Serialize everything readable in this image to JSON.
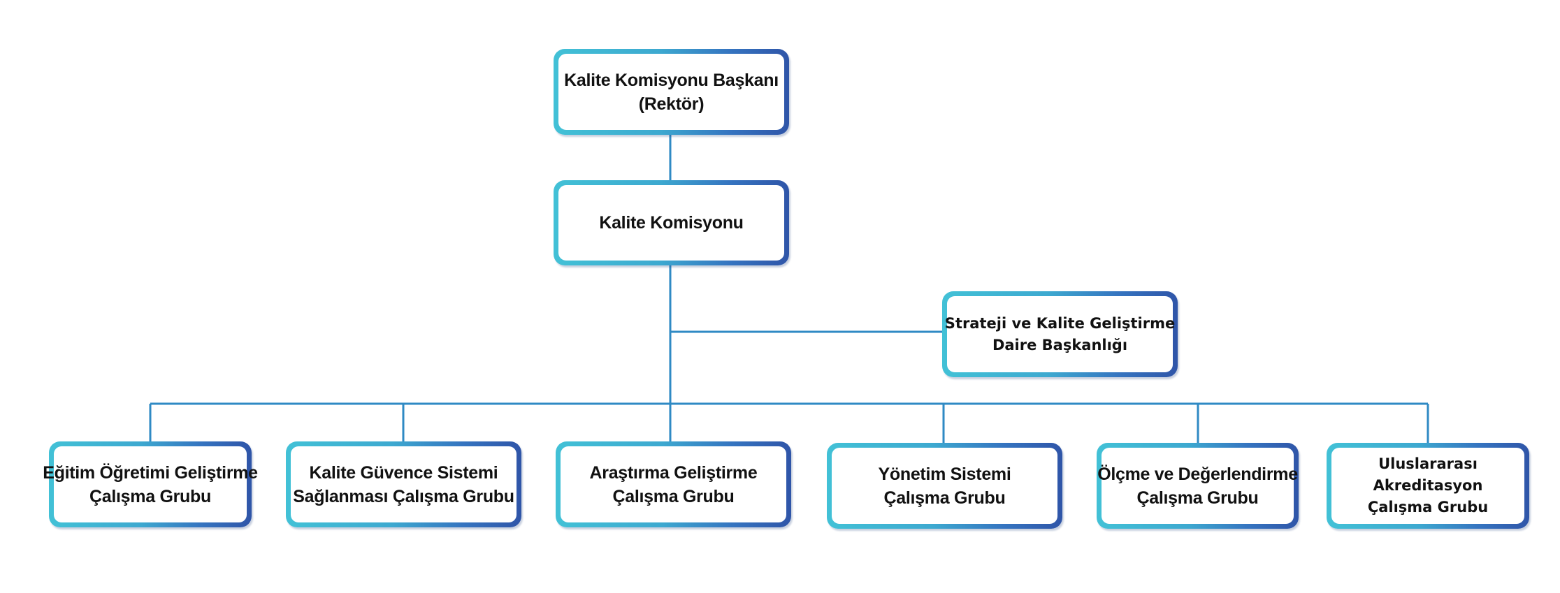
{
  "diagram": {
    "type": "org-chart",
    "colors": {
      "box_gradient_start": "#42c1d6",
      "box_gradient_end": "#2f55a8",
      "connector": "#2f8ac4",
      "text": "#111111",
      "background": "#ffffff"
    },
    "nodes": {
      "chair": {
        "line1": "Kalite Komisyonu Başkanı",
        "line2": "(Rektör)"
      },
      "commission": {
        "line1": "Kalite Komisyonu"
      },
      "strategy": {
        "line1": "Strateji ve Kalite Geliştirme",
        "line2": "Daire Başkanlığı"
      },
      "groups": [
        {
          "line1": "Eğitim Öğretimi Geliştirme",
          "line2": "Çalışma Grubu"
        },
        {
          "line1": "Kalite Güvence Sistemi",
          "line2": "Sağlanması Çalışma Grubu"
        },
        {
          "line1": "Araştırma Geliştirme",
          "line2": "Çalışma Grubu"
        },
        {
          "line1": "Yönetim Sistemi",
          "line2": "Çalışma Grubu"
        },
        {
          "line1": "Ölçme ve Değerlendirme",
          "line2": "Çalışma Grubu"
        },
        {
          "line1": "Uluslararası",
          "line2": "Akreditasyon",
          "line3": "Çalışma Grubu"
        }
      ]
    },
    "edges": [
      {
        "from": "Kalite Komisyonu Başkanı",
        "to": "Kalite Komisyonu"
      },
      {
        "from": "Kalite Komisyonu",
        "to": "Strateji ve Kalite Geliştirme Daire Başkanlığı"
      },
      {
        "from": "Kalite Komisyonu",
        "to": "Eğitim Öğretimi Geliştirme Çalışma Grubu"
      },
      {
        "from": "Kalite Komisyonu",
        "to": "Kalite Güvence Sistemi Sağlanması Çalışma Grubu"
      },
      {
        "from": "Kalite Komisyonu",
        "to": "Araştırma Geliştirme Çalışma Grubu"
      },
      {
        "from": "Kalite Komisyonu",
        "to": "Yönetim Sistemi Çalışma Grubu"
      },
      {
        "from": "Kalite Komisyonu",
        "to": "Ölçme ve Değerlendirme Çalışma Grubu"
      },
      {
        "from": "Kalite Komisyonu",
        "to": "Uluslararası Akreditasyon Çalışma Grubu"
      }
    ]
  }
}
